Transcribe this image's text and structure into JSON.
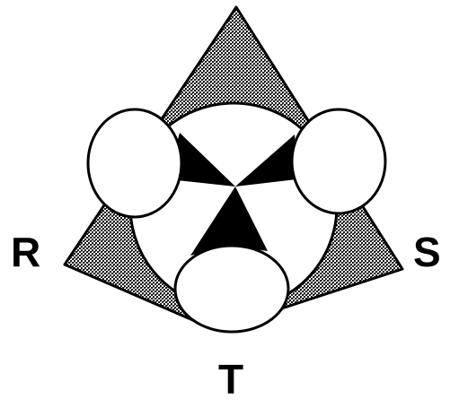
{
  "labels": {
    "left_vertex": "R",
    "right_vertex": "S",
    "bottom_vertex": "T"
  },
  "colors": {
    "ink": "#000000",
    "paper": "#ffffff",
    "stipple_fill": "#8a8a8a"
  }
}
